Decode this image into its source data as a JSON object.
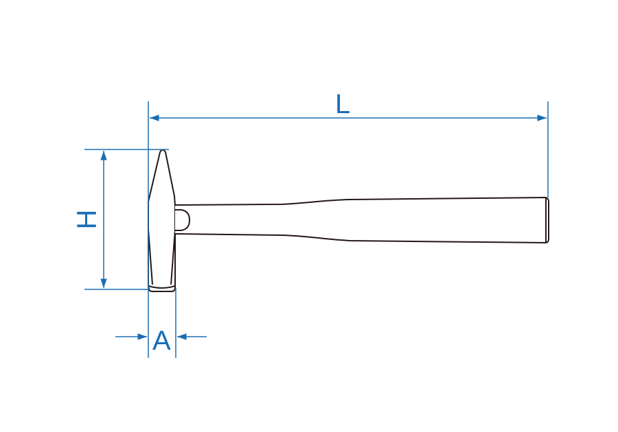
{
  "diagram": {
    "subject": "hammer",
    "dimensions": {
      "length": "L",
      "height": "H",
      "width": "A"
    },
    "colors": {
      "dimension": "#1a6db4",
      "outline": "#231815"
    }
  }
}
